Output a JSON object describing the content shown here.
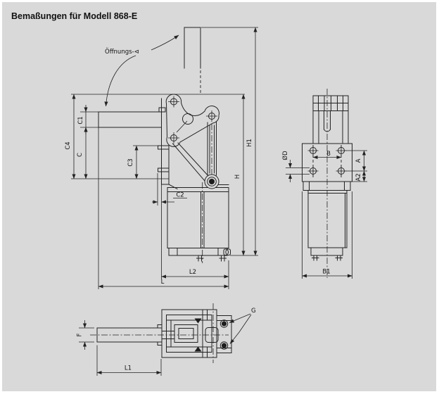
{
  "title": "Bemaßungen für Modell 868-E",
  "colors": {
    "panel": "#d9d9d9",
    "line": "#222222",
    "page": "#ffffff"
  },
  "annotations": {
    "opening_angle": "Öffnungs-⊲",
    "fasteners": "G"
  },
  "dimensions": {
    "side_view": {
      "c4": "C4",
      "c1": "C1",
      "c": "C",
      "c3": "C3",
      "c2": "C2",
      "h1": "H1",
      "h": "H",
      "l2": "L2",
      "l": "L"
    },
    "front_view": {
      "od": "ØD",
      "b": "B",
      "a": "A",
      "a2": "A2",
      "b1": "B1"
    },
    "bottom_view": {
      "f": "F",
      "l1": "L1"
    }
  }
}
